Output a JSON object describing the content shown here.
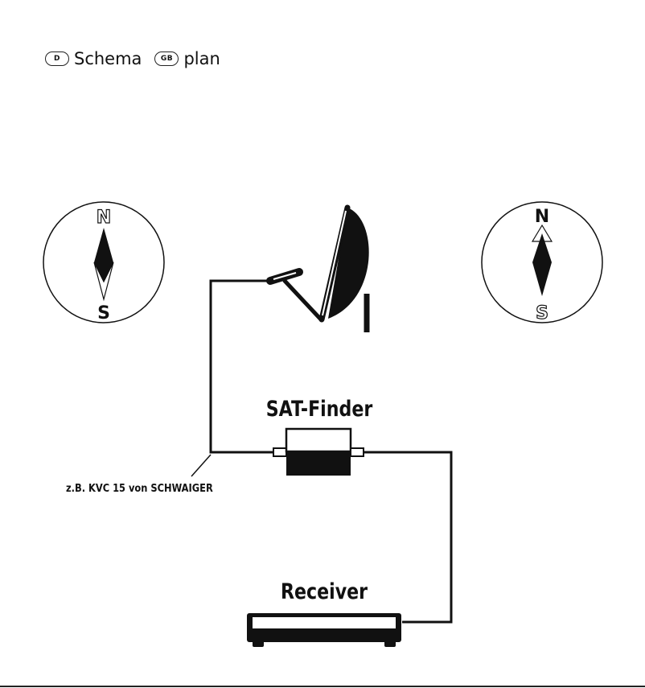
{
  "header": {
    "lang_de": "D",
    "word_de": "Schema",
    "lang_gb": "GB",
    "word_gb": "plan"
  },
  "compass_left": {
    "north": "N",
    "south": "S"
  },
  "compass_right": {
    "north": "N",
    "south": "S"
  },
  "labels": {
    "sat_finder": "SAT-Finder",
    "receiver": "Receiver",
    "cable": "z.B. KVC 15 von SCHWAIGER"
  },
  "colors": {
    "ink": "#111111",
    "background": "#ffffff"
  },
  "icons": {
    "dish": "satellite-dish-icon",
    "finder": "sat-finder-device-icon",
    "receiver": "receiver-box-icon",
    "compass": "compass-icon"
  }
}
